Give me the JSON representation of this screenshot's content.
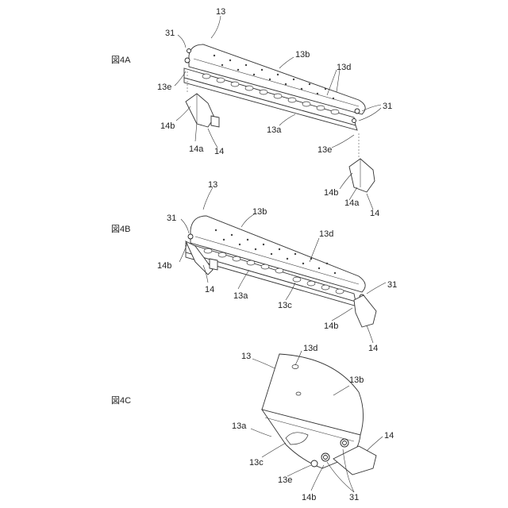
{
  "figures": [
    {
      "id": "4A",
      "label": "図4A",
      "refs": {
        "r13": "13",
        "r13b": "13b",
        "r13d": "13d",
        "r31_left": "31",
        "r31_right": "31",
        "r13e_left": "13e",
        "r13e_right": "13e",
        "r13a": "13a",
        "r14b_left": "14b",
        "r14a_left": "14a",
        "r14_left": "14",
        "r14b_right": "14b",
        "r14a_right": "14a",
        "r14_right": "14"
      }
    },
    {
      "id": "4B",
      "label": "図4B",
      "refs": {
        "r13": "13",
        "r13b": "13b",
        "r13d": "13d",
        "r31_left": "31",
        "r31_right": "31",
        "r14b_left": "14b",
        "r14_left": "14",
        "r13a": "13a",
        "r13c": "13c",
        "r14b_right": "14b",
        "r14_right": "14"
      }
    },
    {
      "id": "4C",
      "label": "図4C",
      "refs": {
        "r13": "13",
        "r13d": "13d",
        "r13b": "13b",
        "r13a": "13a",
        "r14": "14",
        "r13c": "13c",
        "r13e": "13e",
        "r14b": "14b",
        "r31": "31"
      }
    }
  ]
}
